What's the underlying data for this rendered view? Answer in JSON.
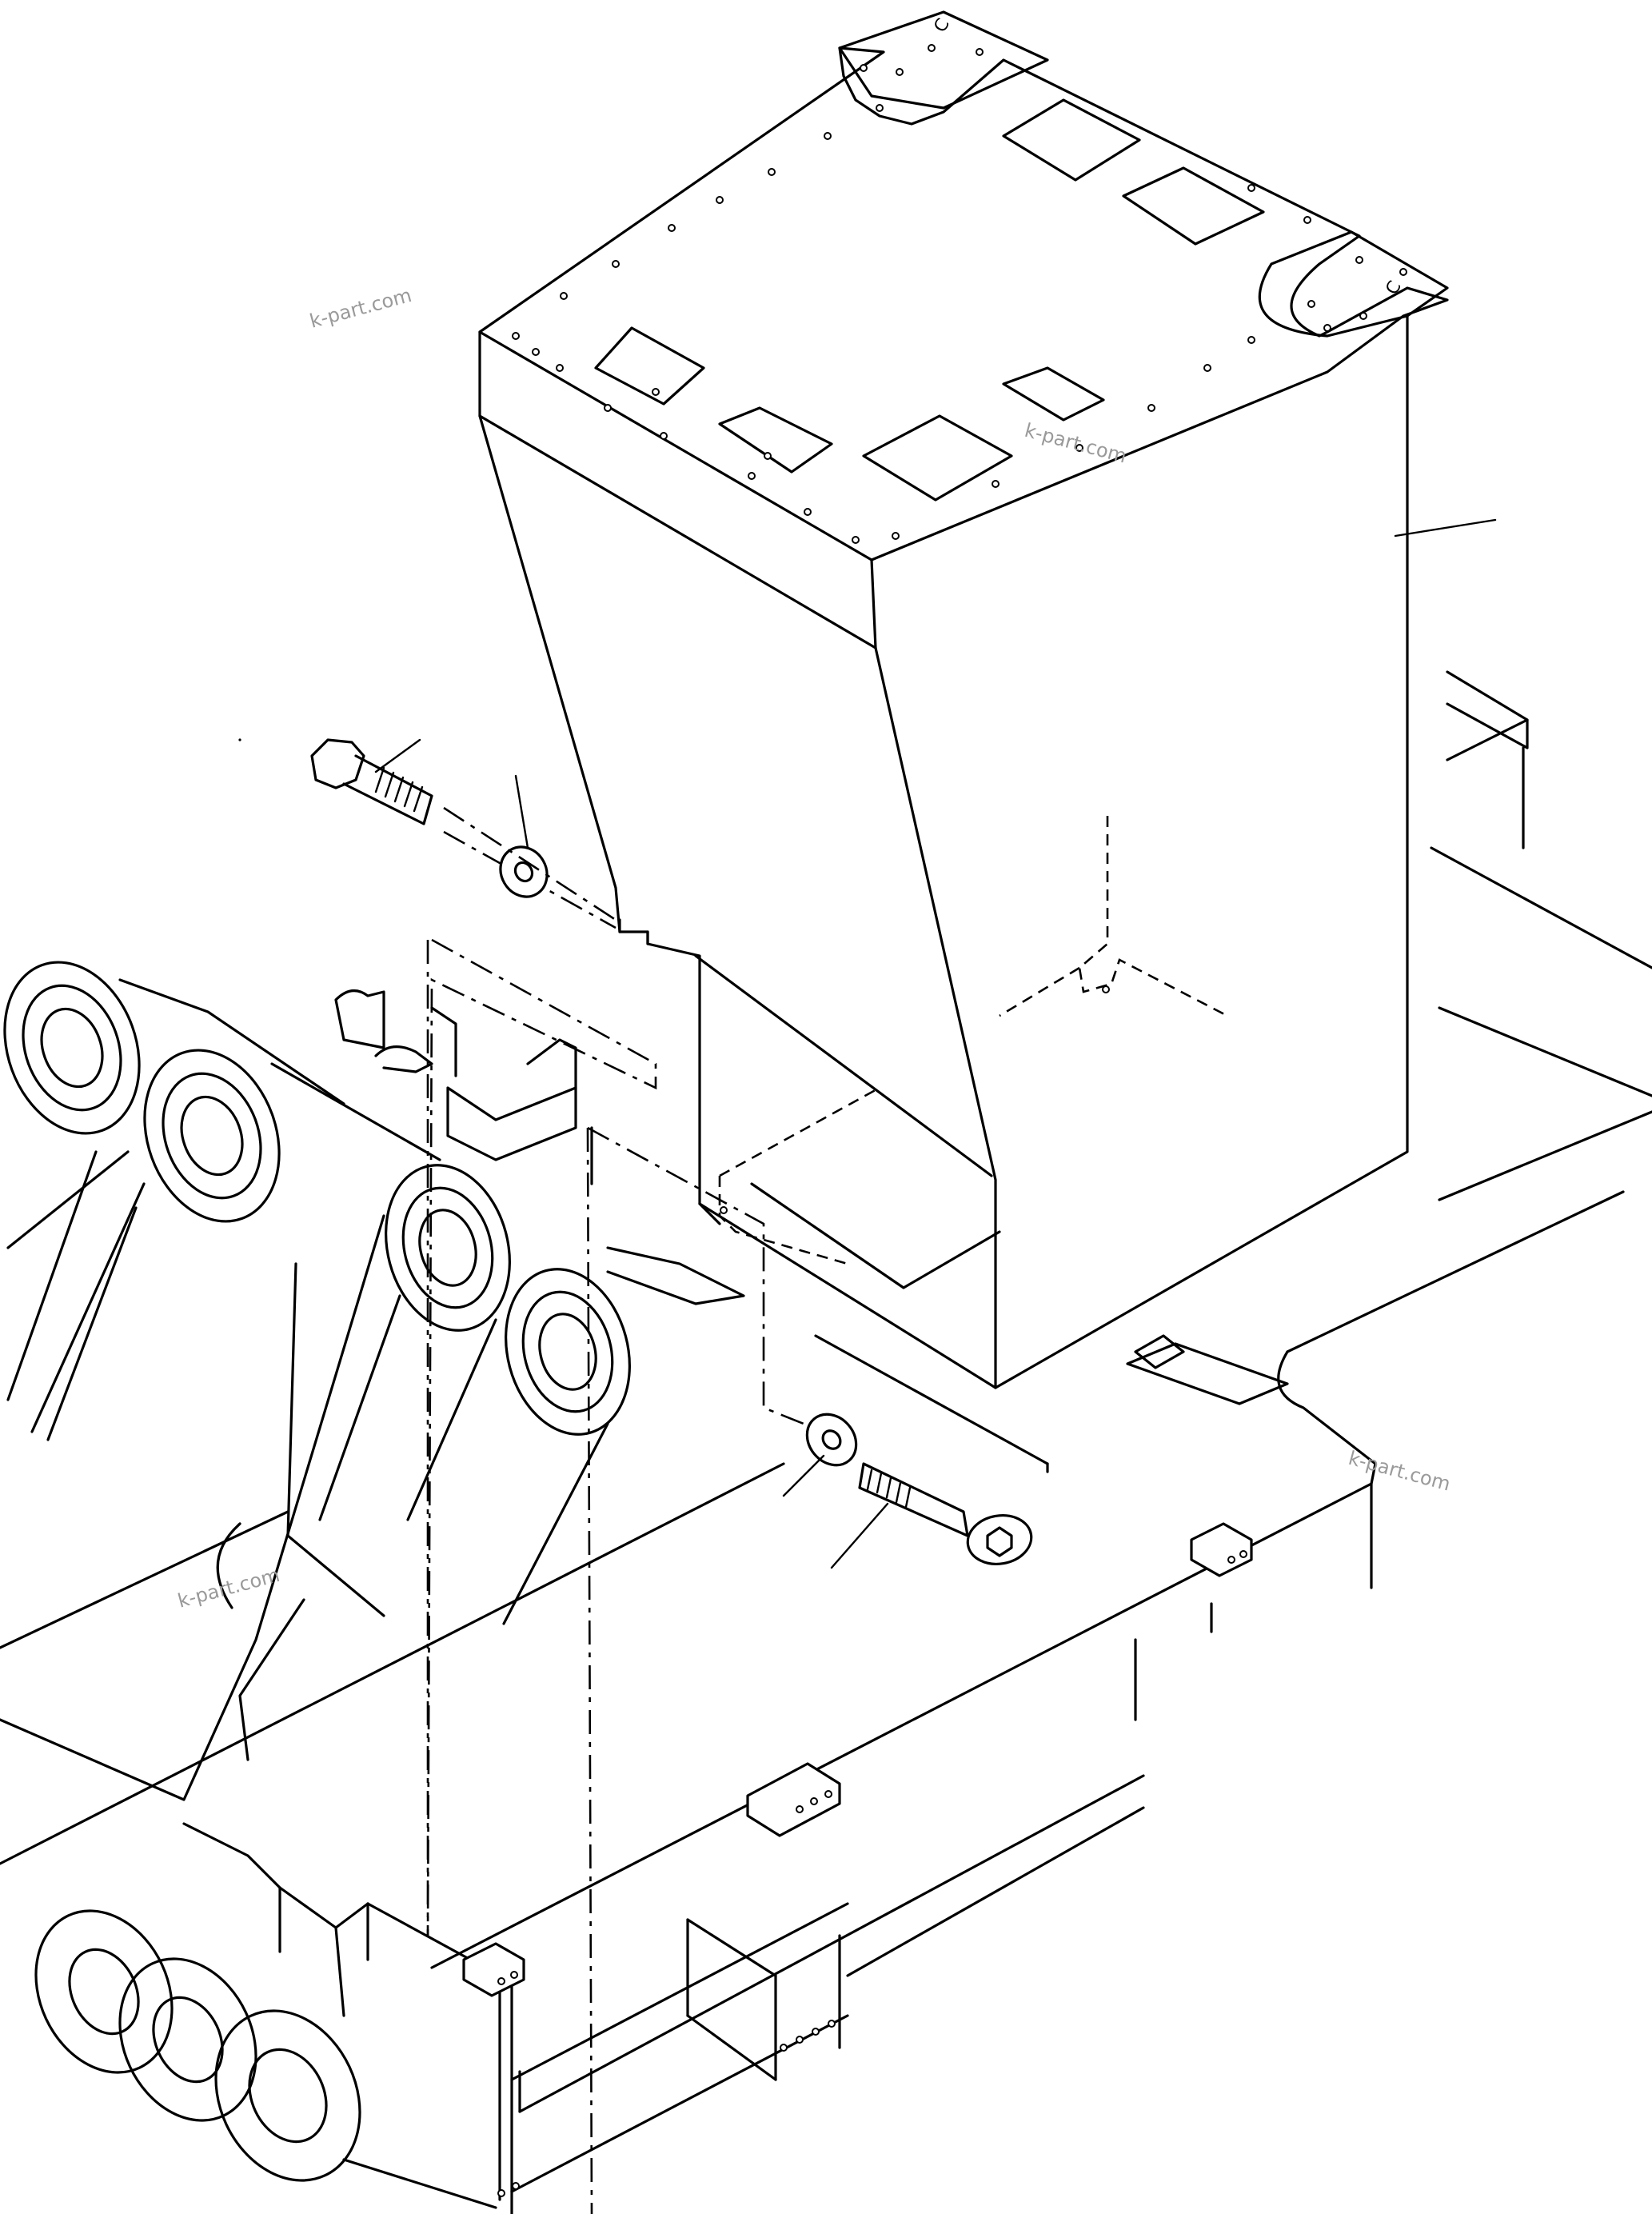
{
  "watermarks": [
    {
      "id": "wm1",
      "text": "k-part.com"
    },
    {
      "id": "wm2",
      "text": "k-part.com"
    },
    {
      "id": "wm3",
      "text": "k-part.com"
    },
    {
      "id": "wm4",
      "text": "k-part.com"
    }
  ],
  "plate_marks": [
    "C",
    "C"
  ]
}
